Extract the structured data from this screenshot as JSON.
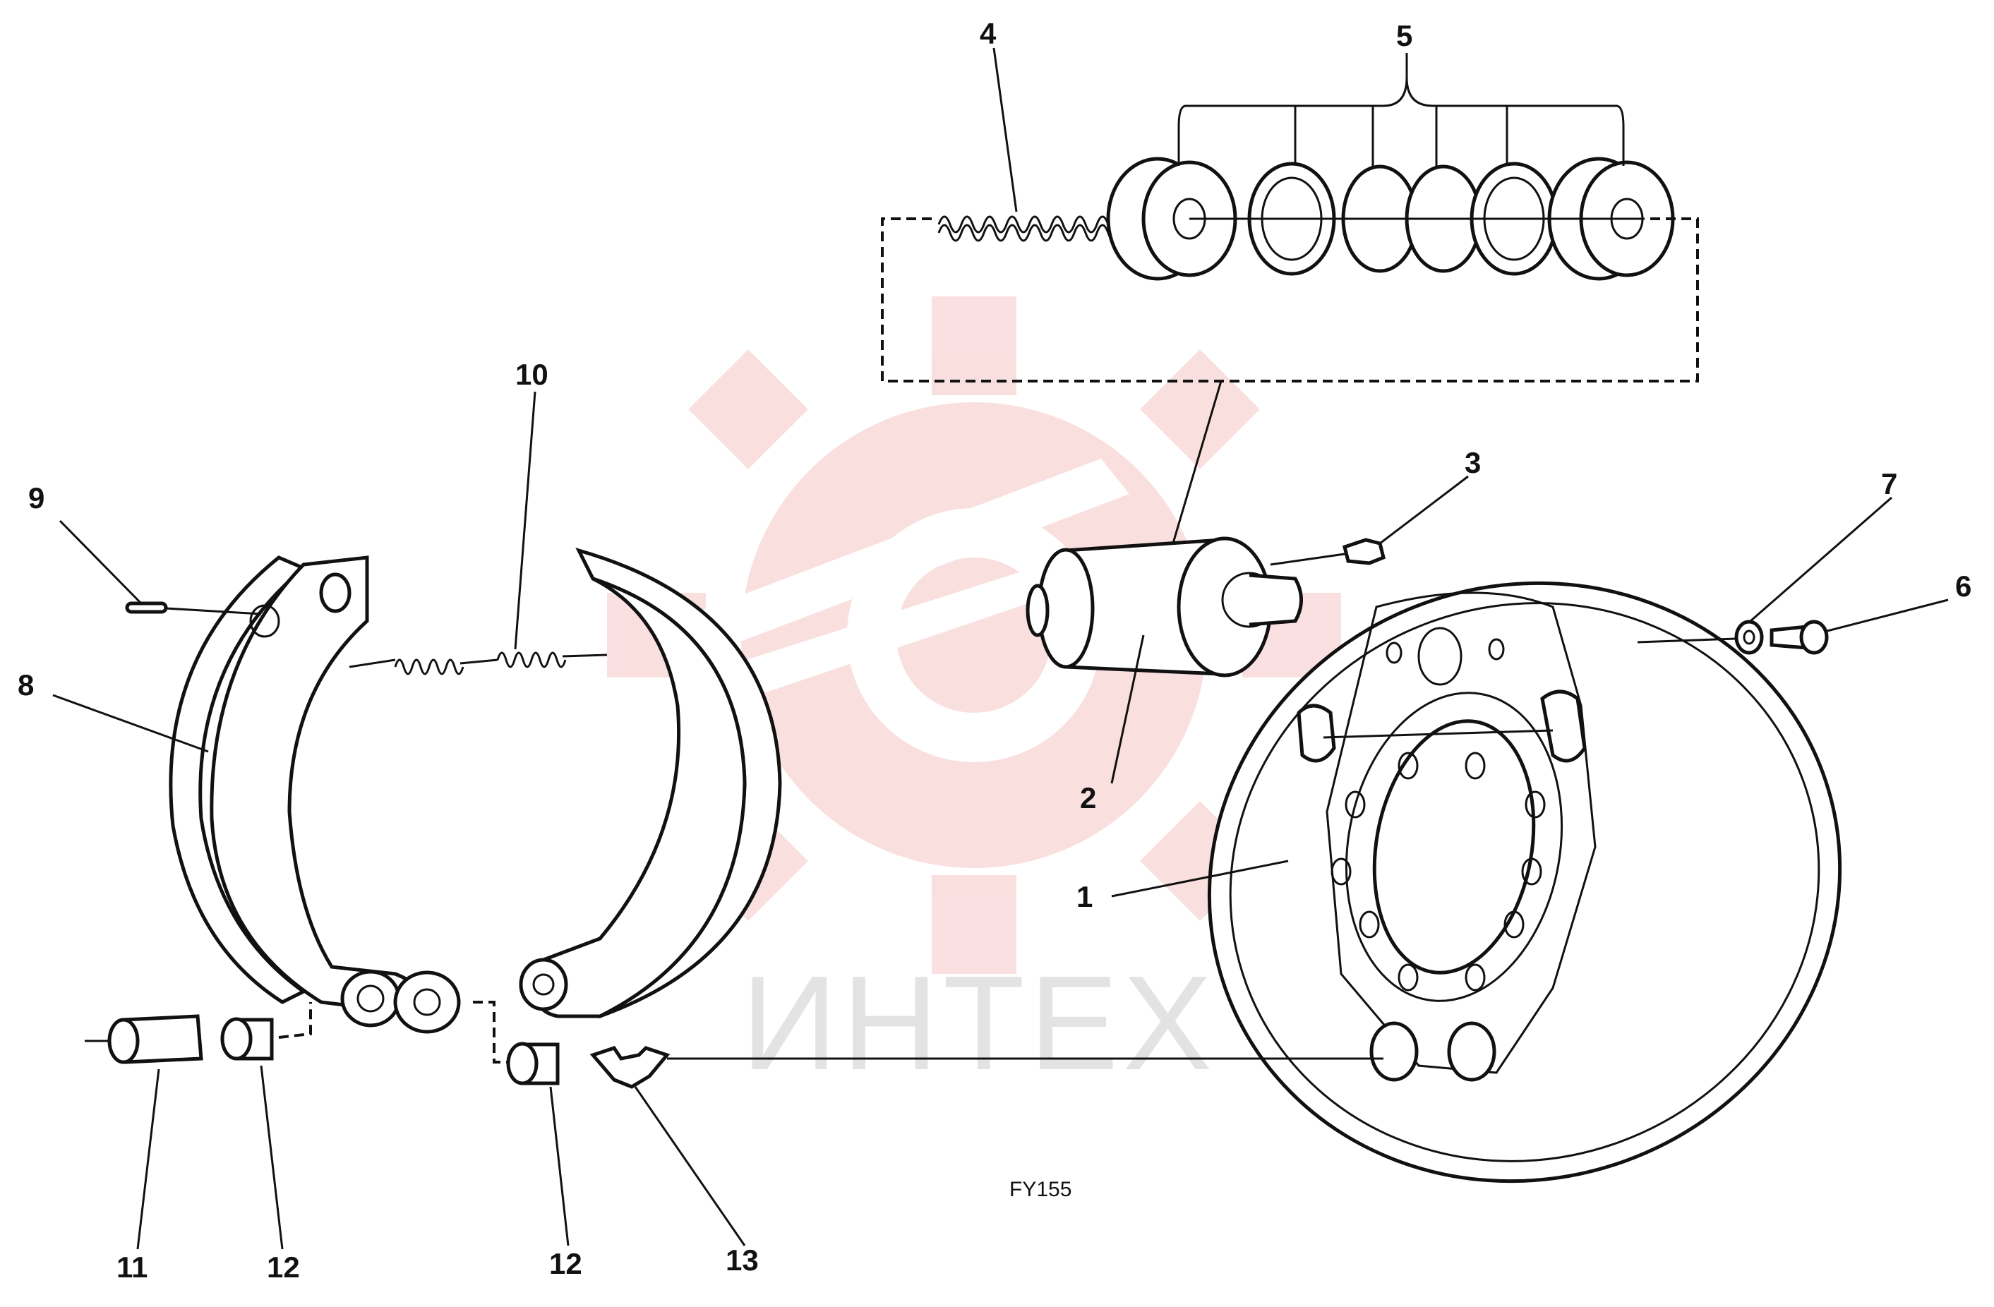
{
  "figure_code": "FY155",
  "watermark": {
    "text": "ИНТЕХ",
    "color": "#f6c6c6",
    "text_color": "#e3e3e3"
  },
  "callouts": {
    "c1": "1",
    "c2": "2",
    "c3": "3",
    "c4": "4",
    "c5": "5",
    "c6": "6",
    "c7": "7",
    "c8": "8",
    "c9": "9",
    "c10": "10",
    "c11": "11",
    "c12a": "12",
    "c12b": "12",
    "c13": "13"
  },
  "colors": {
    "ink": "#111111",
    "background": "#ffffff"
  }
}
